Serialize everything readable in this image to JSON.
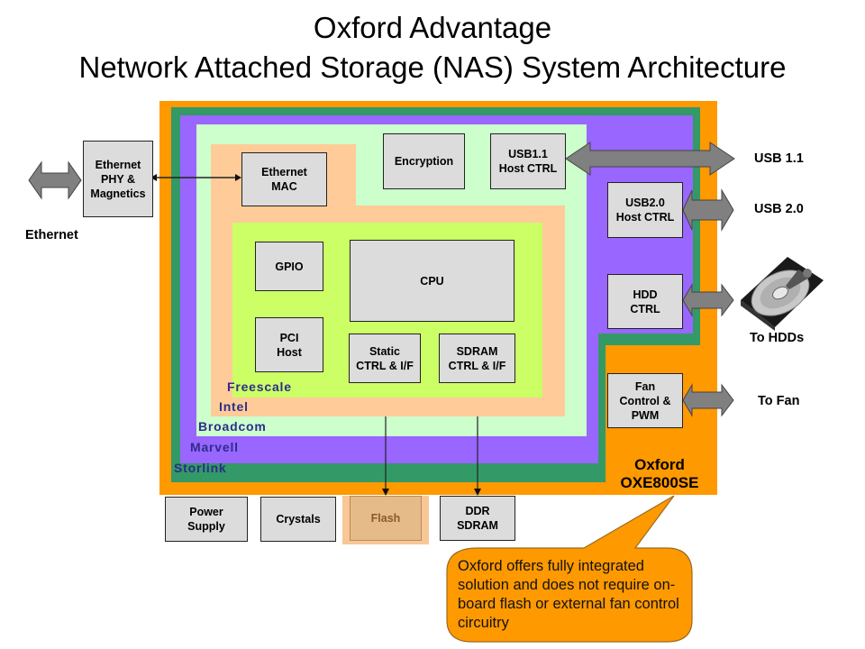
{
  "title": {
    "line1": "Oxford Advantage",
    "line2": "Network Attached Storage (NAS) System Architecture"
  },
  "colors": {
    "oxford_orange": "#ff9900",
    "storlink_green": "#339966",
    "marvell_purple": "#9966ff",
    "broadcom_mint": "#ccffcc",
    "intel_peach": "#ffcc99",
    "freescale_lime": "#ccff66",
    "block_gray": "#dcdcdc",
    "arrow_gray": "#808080",
    "vendor_text": "#2c2c8c"
  },
  "vendors": {
    "freescale": "Freescale",
    "intel": "Intel",
    "broadcom": "Broadcom",
    "marvell": "Marvell",
    "storlink": "Storlink"
  },
  "chip": {
    "label": "Oxford\nOXE800SE"
  },
  "blocks": {
    "ethernet_phy": "Ethernet\nPHY &\nMagnetics",
    "ethernet_mac": "Ethernet\nMAC",
    "encryption": "Encryption",
    "usb11_host": "USB1.1\nHost CTRL",
    "usb20_host": "USB2.0\nHost CTRL",
    "gpio": "GPIO",
    "cpu": "CPU",
    "pci_host": "PCI\nHost",
    "static_ctrl": "Static\nCTRL & I/F",
    "sdram_ctrl": "SDRAM\nCTRL & I/F",
    "hdd_ctrl": "HDD\nCTRL",
    "fan_ctrl": "Fan\nControl &\nPWM",
    "power_supply": "Power\nSupply",
    "crystals": "Crystals",
    "flash": "Flash",
    "ddr_sdram": "DDR\nSDRAM"
  },
  "external_labels": {
    "ethernet": "Ethernet",
    "usb11": "USB 1.1",
    "usb20": "USB 2.0",
    "hdds": "To HDDs",
    "fan": "To Fan"
  },
  "callout": {
    "text": "Oxford offers fully integrated solution and does not require on-board flash or external fan control circuitry"
  }
}
